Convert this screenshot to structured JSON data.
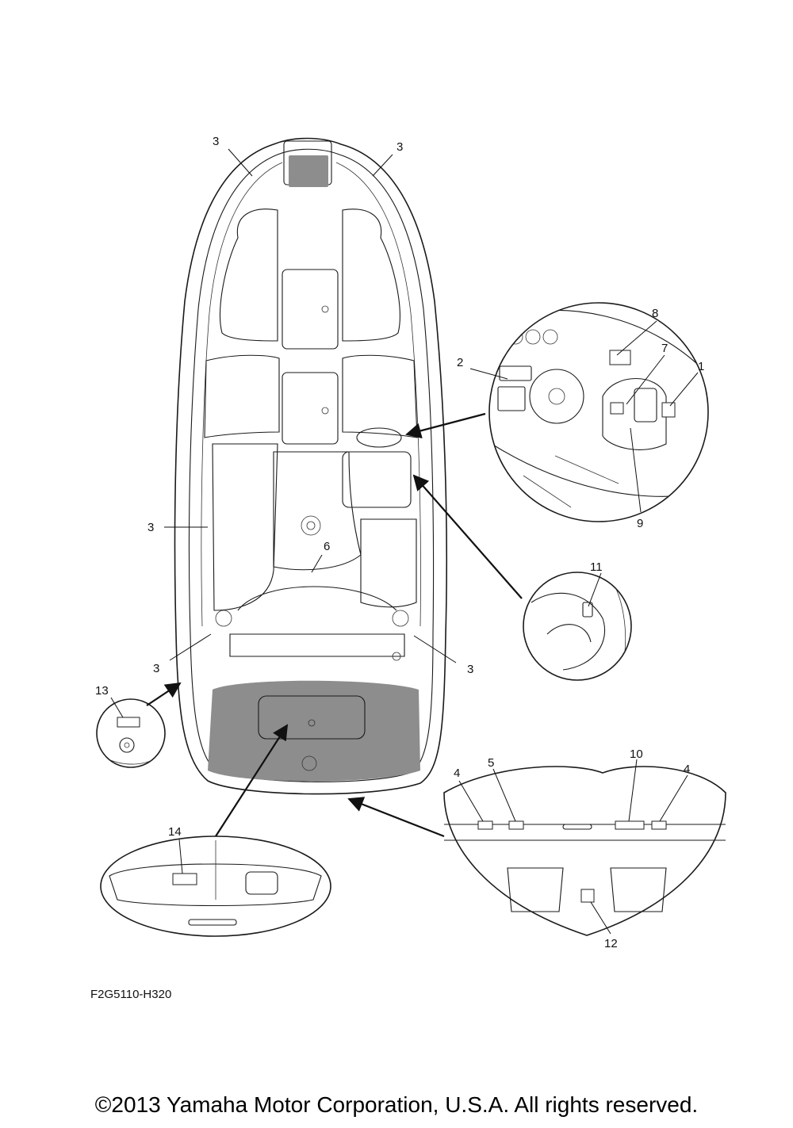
{
  "callouts": {
    "c1": "1",
    "c2": "2",
    "c3a": "3",
    "c3b": "3",
    "c3c": "3",
    "c3d": "3",
    "c3e": "3",
    "c4a": "4",
    "c4b": "4",
    "c5": "5",
    "c6": "6",
    "c7": "7",
    "c8": "8",
    "c9": "9",
    "c10": "10",
    "c11": "11",
    "c12": "12",
    "c13": "13",
    "c14": "14"
  },
  "part_code": "F2G5110-H320",
  "copyright": "©2013 Yamaha Motor Corporation, U.S.A. All rights reserved."
}
